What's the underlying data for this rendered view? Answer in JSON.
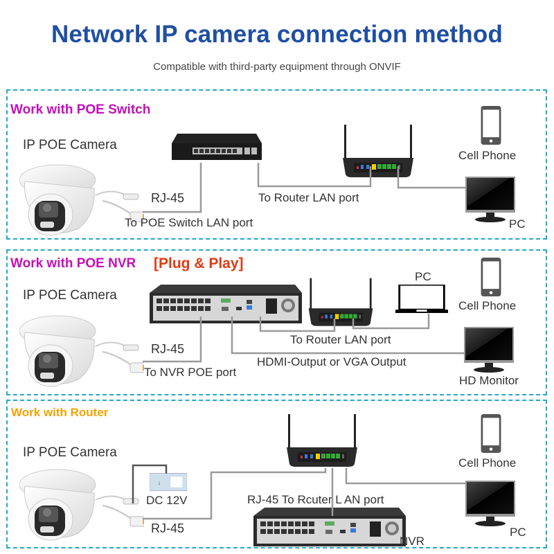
{
  "header": {
    "title": "Network IP camera connection method",
    "subtitle": "Compatible with third-party equipment through ONVIF"
  },
  "colors": {
    "title": "#1f4fa3",
    "section_title": "#c50fb8",
    "plug_play": "#e23a12",
    "router_section": "#f5a300",
    "dashed_border": "#25a8c9",
    "wire": "#9a9a9a"
  },
  "panels": [
    {
      "title": "Work with POE Switch",
      "camera_label": "IP POE Camera",
      "labels": {
        "rj45": "RJ-45",
        "to_switch": "To POE Switch LAN port",
        "to_router": "To Router LAN port",
        "cell_phone": "Cell Phone",
        "pc": "PC"
      },
      "devices": [
        "ip-camera",
        "poe-switch",
        "router",
        "cell-phone",
        "pc-monitor"
      ]
    },
    {
      "title": "Work with POE NVR",
      "badge": "[Plug & Play]",
      "camera_label": "IP POE Camera",
      "labels": {
        "rj45": "RJ-45",
        "to_nvr": "To NVR POE port",
        "to_router": "To Router LAN port",
        "hdmi": "HDMI-Output or VGA Output",
        "pc": "PC",
        "cell_phone": "Cell Phone",
        "monitor": "HD Monitor"
      },
      "devices": [
        "ip-camera",
        "nvr",
        "router",
        "laptop",
        "cell-phone",
        "hd-monitor"
      ]
    },
    {
      "title": "Work with Router",
      "camera_label": "IP POE Camera",
      "labels": {
        "dc": "DC 12V",
        "rj45": "RJ-45",
        "rj45_router": "RJ-45 To Rcuter L AN port",
        "nvr": "NVR",
        "cell_phone": "Cell Phone",
        "pc": "PC"
      },
      "devices": [
        "ip-camera",
        "power-adapter",
        "router",
        "nvr",
        "cell-phone",
        "pc-monitor"
      ]
    }
  ]
}
